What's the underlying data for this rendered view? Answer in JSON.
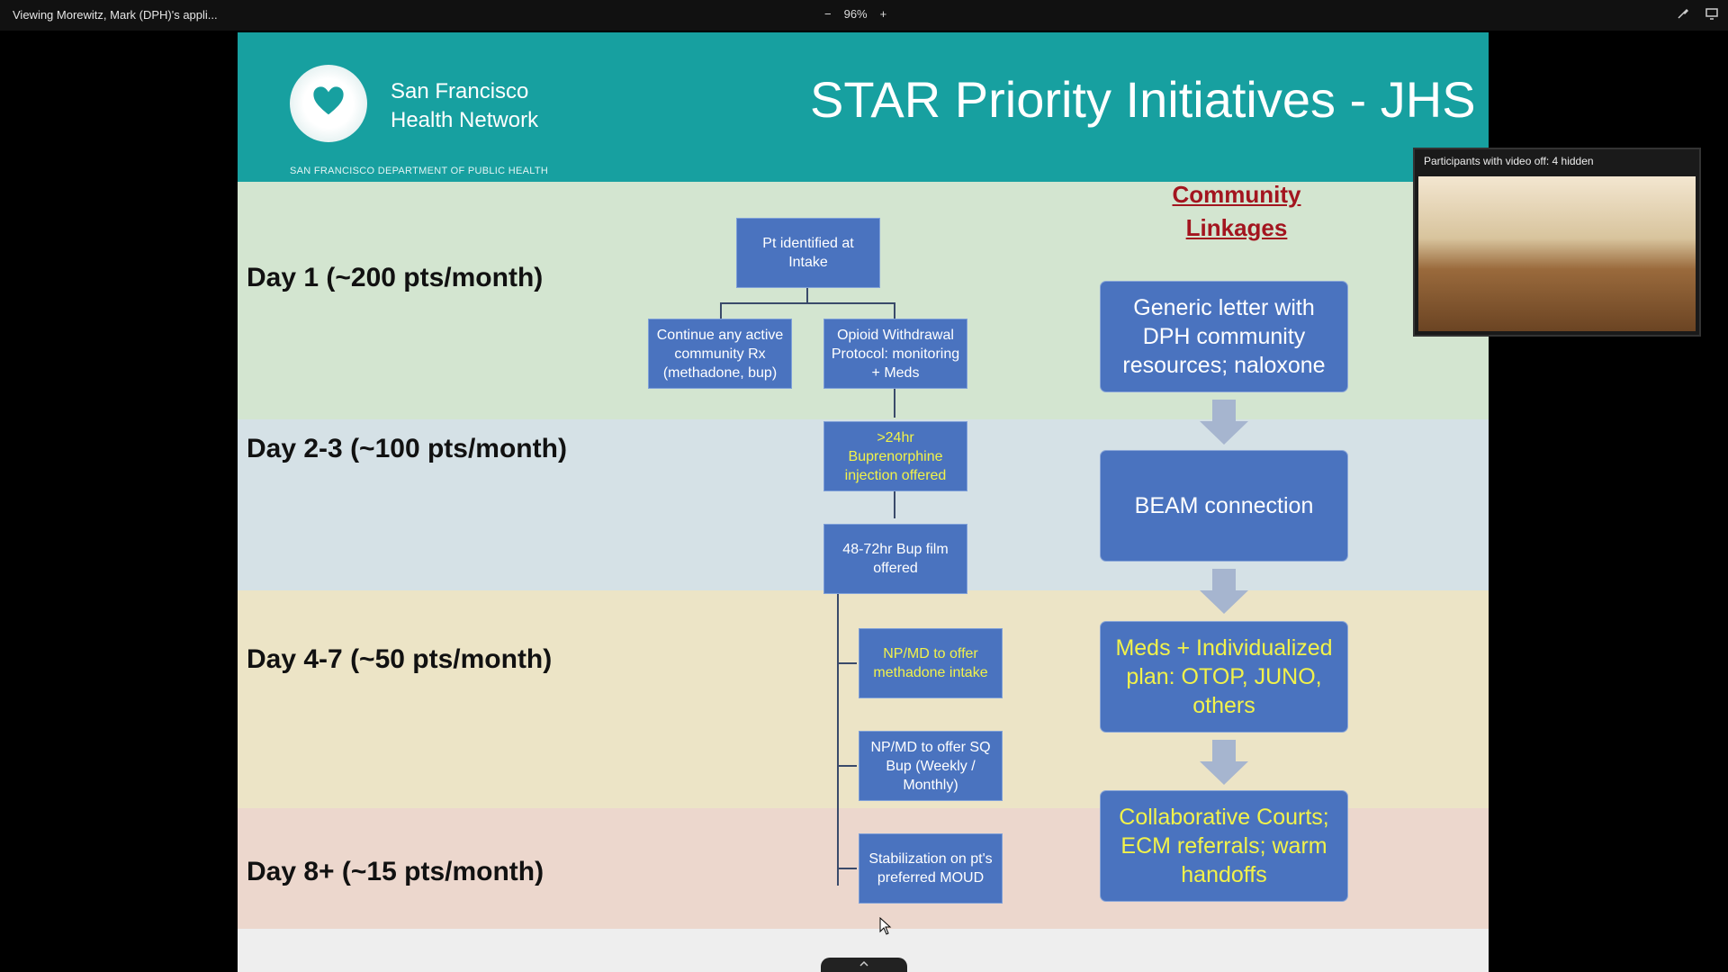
{
  "window": {
    "title": "Viewing Morewitz, Mark (DPH)'s appli...",
    "zoom_minus": "−",
    "zoom_level": "96%",
    "zoom_plus": "+"
  },
  "slide": {
    "org_name_line1": "San Francisco",
    "org_name_line2": "Health Network",
    "org_subtitle": "SAN FRANCISCO DEPARTMENT OF PUBLIC HEALTH",
    "title": "STAR Priority Initiatives - JHS",
    "days": [
      "Day 1 (~200 pts/month)",
      "Day 2-3 (~100 pts/month)",
      "Day 4-7 (~50 pts/month)",
      "Day 8+ (~15 pts/month)"
    ],
    "flow": {
      "intake": "Pt identified at Intake",
      "continue_rx": "Continue any active community Rx (methadone, bup)",
      "withdrawal": "Opioid Withdrawal Protocol: monitoring + Meds",
      "bup_injection": ">24hr Buprenorphine injection offered",
      "bup_film": "48-72hr Bup film offered",
      "methadone_intake": "NP/MD to offer methadone intake",
      "sq_bup": "NP/MD to offer SQ Bup (Weekly / Monthly)",
      "stabilization": "Stabilization on pt's preferred MOUD"
    },
    "community": {
      "heading_line1": "Community",
      "heading_line2": "Linkages",
      "items": [
        "Generic letter with DPH community resources; naloxone",
        "BEAM connection",
        "Meds + Individualized plan: OTOP, JUNO, others",
        "Collaborative Courts; ECM referrals; warm handoffs"
      ]
    }
  },
  "participants": {
    "label": "Participants with video off: 4 hidden"
  },
  "colors": {
    "header": "#17a0a0",
    "box": "#4a73bf",
    "highlight_text": "#f2f24a",
    "heading_red": "#a3151f"
  }
}
